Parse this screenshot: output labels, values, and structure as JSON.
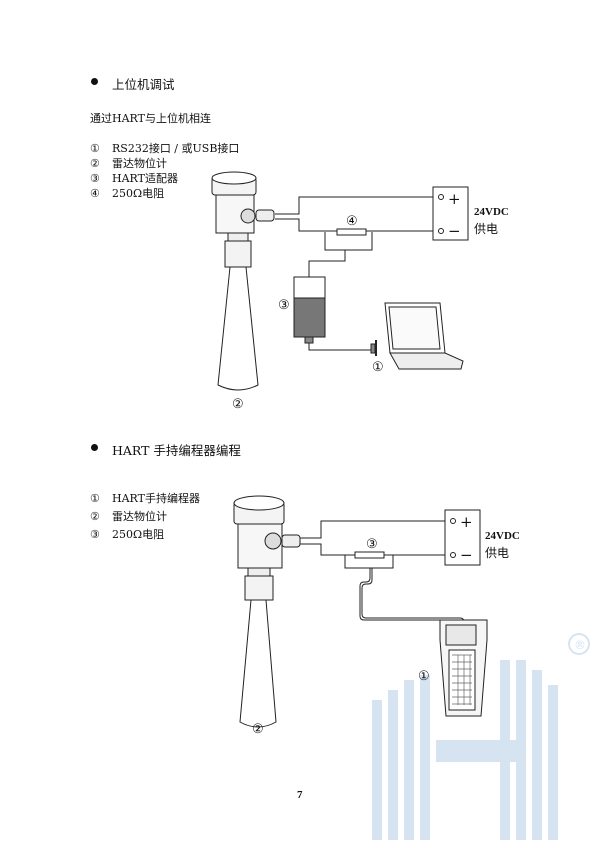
{
  "section1": {
    "heading": "上位机调试",
    "intro": "通过HART与上位机相连",
    "legend": [
      {
        "num": "①",
        "label": "RS232接口 / 或USB接口"
      },
      {
        "num": "②",
        "label": "雷达物位计"
      },
      {
        "num": "③",
        "label": "HART适配器"
      },
      {
        "num": "④",
        "label": "250Ω电阻"
      }
    ],
    "diagram": {
      "power_voltage": "24VDC",
      "power_label": "供电",
      "plus": "+",
      "minus": "−",
      "callouts": [
        "①",
        "②",
        "③",
        "④"
      ]
    }
  },
  "section2": {
    "heading": "HART 手持编程器编程",
    "legend": [
      {
        "num": "①",
        "label": "HART手持编程器"
      },
      {
        "num": "②",
        "label": "雷达物位计"
      },
      {
        "num": "③",
        "label": "250Ω电阻"
      }
    ],
    "diagram": {
      "power_voltage": "24VDC",
      "power_label": "供电",
      "plus": "+",
      "minus": "−",
      "callouts": [
        "①",
        "②",
        "③"
      ]
    }
  },
  "page_number": "7",
  "watermark": {
    "registered": "®",
    "color": "#bcd3ea"
  }
}
